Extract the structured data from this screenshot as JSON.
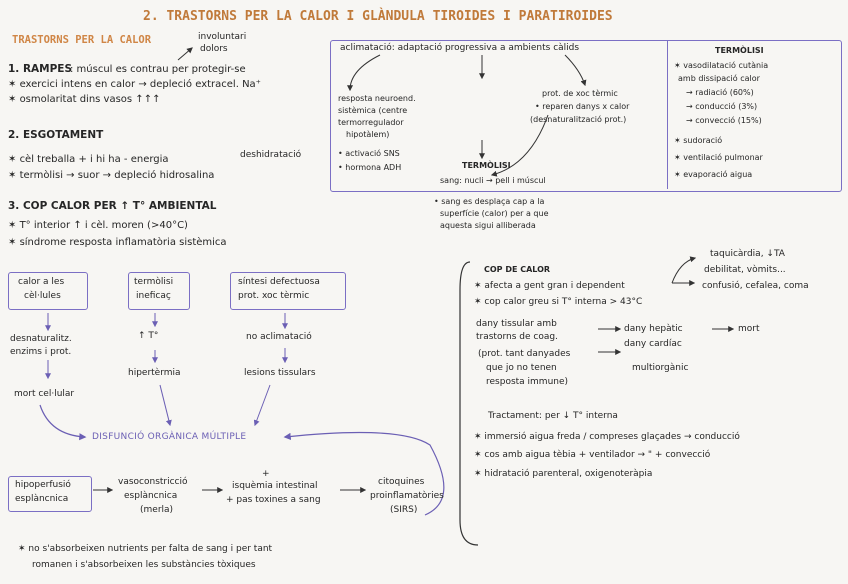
{
  "title": "2. TRASTORNS PER LA CALOR I GLÀNDULA TIROIDES I PARATIROIDES",
  "left": {
    "heading": "TRASTORNS PER LA CALOR",
    "rampes_title": "1. RAMPES",
    "rampes_text": ": múscul es contrau per protegir-se",
    "branch_involuntari": "involuntari",
    "branch_dolors": "dolors",
    "rampes_items": [
      "exercici intens en calor → depleció extracel. Na⁺",
      "osmolaritat dins vasos ↑↑↑"
    ],
    "esgotament_title": "2. ESGOTAMENT",
    "esgotament_items": [
      "cèl treballa + i hi ha - energia",
      "termòlisi → suor → depleció hidrosalina"
    ],
    "deshidratacio": "deshidratació",
    "cop_title": "3. COP CALOR PER ↑ T° AMBIENTAL",
    "cop_items": [
      "T° interior ↑ i cèl. moren (>40°C)",
      "síndrome resposta inflamatòria sistèmica"
    ]
  },
  "flow": {
    "box1_l1": "calor a les",
    "box1_l2": "cèl·lules",
    "box2_l1": "termòlisi",
    "box2_l2": "ineficaç",
    "box3_l1": "síntesi defectuosa",
    "box3_l2": "prot. xoc tèrmic",
    "desnat_l1": "desnaturalitz.",
    "desnat_l2": "enzims i prot.",
    "mort": "mort cel·lular",
    "up_t": "↑ T°",
    "hipertermia": "hipertèrmia",
    "no_aclimatacio": "no aclimatació",
    "lesions": "lesions tissulars",
    "disfuncio": "DISFUNCIÓ ORGÀNICA MÚLTIPLE",
    "hipo_l1": "hipoperfusió",
    "hipo_l2": "esplàncnica",
    "vaso_l1": "vasoconstricció",
    "vaso_l2": "esplàncnica",
    "vaso_l3": "(merla)",
    "isq_l1": "isquèmia intestinal",
    "isq_l2": "+ pas toxines a sang",
    "cito_l1": "citoquines",
    "cito_l2": "proinflamatòries",
    "cito_l3": "(SIRS)",
    "plus": "+",
    "note_l1": "no s'absorbeixen nutrients per falta de sang i per tant",
    "note_l2": "romanen i s'absorbeixen les substàncies tòxiques"
  },
  "topbox": {
    "header": "aclimatació: adaptació progressiva a ambients càlids",
    "resp_l1": "resposta neuroend.",
    "resp_l2": "sistèmica (centre",
    "resp_l3": "termorregulador",
    "resp_l4": "hipotàlem)",
    "resp_items": [
      "activació SNS",
      "hormona ADH"
    ],
    "prot_l1": "prot. de xoc tèrmic",
    "prot_l2": "reparen danys x calor",
    "prot_l3": "(desnaturalització prot.)",
    "termolisi_small": "TERMÒLISI",
    "sang_l1": "sang: nucli → pell i múscul",
    "sang_l2": "sang es desplaça cap a la",
    "sang_l3": "superfície (calor) per a que",
    "sang_l4": "aquesta sigui alliberada",
    "termolisi_title": "TERMÒLISI",
    "term_items": [
      "vasodilatació cutània",
      "amb dissipació calor",
      "→ radiació (60%)",
      "→ conducció (3%)",
      "→ convecció (15%)",
      "sudoració",
      "ventilació pulmonar",
      "evaporació aigua"
    ]
  },
  "right": {
    "cop_heading": "COP DE CALOR",
    "cop_items": [
      "afecta a gent gran i dependent",
      "cop calor greu si T° interna > 43°C"
    ],
    "symptoms": [
      "taquicàrdia, ↓TA",
      "debilitat, vòmits...",
      "confusió, cefalea, coma"
    ],
    "dany_l1": "dany tissular amb",
    "dany_l2": "trastorns de coag.",
    "dany_l3": "(prot. tant danyades",
    "dany_l4": "que jo no tenen",
    "dany_l5": "resposta immune)",
    "hepatic": "dany hepàtic",
    "cardiac": "dany cardíac",
    "mort": "mort",
    "multiorganic": "multiorgànic",
    "tract_heading": "Tractament: per ↓ T° interna",
    "tract_items": [
      "immersió aigua freda / compreses glaçades → conducció",
      "cos amb aigua tèbia + ventilador → \" + convecció",
      "hidratació parenteral, oxigenoteràpia"
    ]
  }
}
